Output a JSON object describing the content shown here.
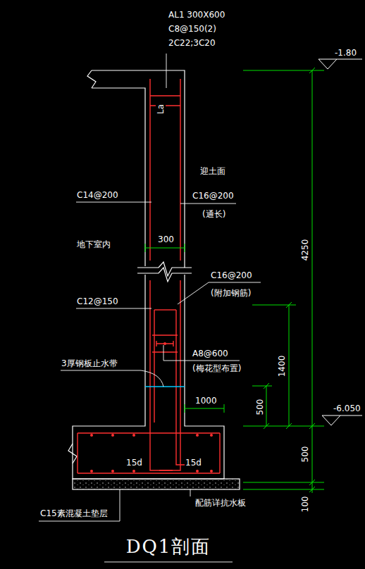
{
  "diagram": {
    "title": "DQ1剖面",
    "labels": [
      "AL1 300X600",
      "C8@150(2)",
      "2C22;3C20",
      "-1.80",
      "La",
      "迎土面",
      "C14@200",
      "C16@200",
      "(通长)",
      "地下室内",
      "300",
      "4250",
      "C16@200",
      "(附加钢筋)",
      "C12@150",
      "A8@600",
      "(梅花型布置)",
      "1400",
      "3厚钢板止水带",
      "500",
      "1000",
      "-6.050",
      "15d",
      "15d",
      "500",
      "C15素混凝土垫层",
      "配筋详抗水板",
      "100"
    ]
  }
}
